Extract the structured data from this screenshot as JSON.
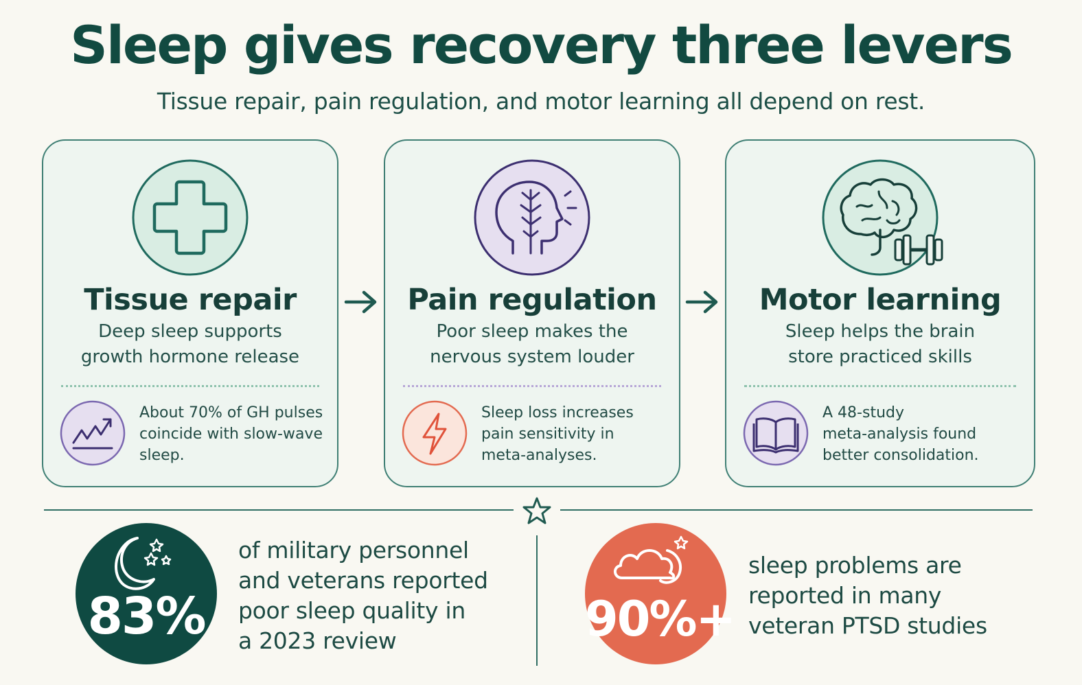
{
  "header": {
    "title": "Sleep gives recovery three levers",
    "subtitle": "Tissue repair, pain regulation, and motor learning all depend on rest."
  },
  "cards": [
    {
      "title": "Tissue repair",
      "desc_lines": [
        "Deep sleep supports",
        "growth hormone release"
      ],
      "icon": "medical-cross-icon",
      "stat_icon": "trend-up-chart-icon",
      "stat_lines": [
        "About 70% of GH pulses",
        "coincide with slow-wave",
        "sleep."
      ]
    },
    {
      "title": "Pain regulation",
      "desc_lines": [
        "Poor sleep makes the",
        "nervous system louder"
      ],
      "icon": "head-nerves-icon",
      "stat_icon": "lightning-bolt-icon",
      "stat_lines": [
        "Sleep loss increases",
        "pain sensitivity in",
        "meta-analyses."
      ]
    },
    {
      "title": "Motor learning",
      "desc_lines": [
        "Sleep helps the brain",
        "store practiced skills"
      ],
      "icon": "brain-dumbbell-icon",
      "stat_icon": "open-book-icon",
      "stat_lines": [
        "A 48-study",
        "meta-analysis found",
        "better consolidation."
      ]
    }
  ],
  "stats": [
    {
      "value": "83%",
      "icon": "moon-stars-icon",
      "lines": [
        "of military personnel",
        "and veterans reported",
        "poor sleep quality in",
        "a 2023 review"
      ]
    },
    {
      "value": "90%+",
      "icon": "cloud-moon-icon",
      "lines": [
        "sleep problems are",
        "reported in many",
        "veteran PTSD studies"
      ]
    }
  ],
  "colors": {
    "background": "#f9f8f2",
    "primary": "#124a41",
    "card_border": "#3f7f74",
    "mint": "#d9ede3",
    "lavender": "#e6dff0",
    "purple": "#5b4b96",
    "coral": "#e36a50",
    "coral_light": "#fbe5dc",
    "dark_teal": "#0f4a42"
  }
}
